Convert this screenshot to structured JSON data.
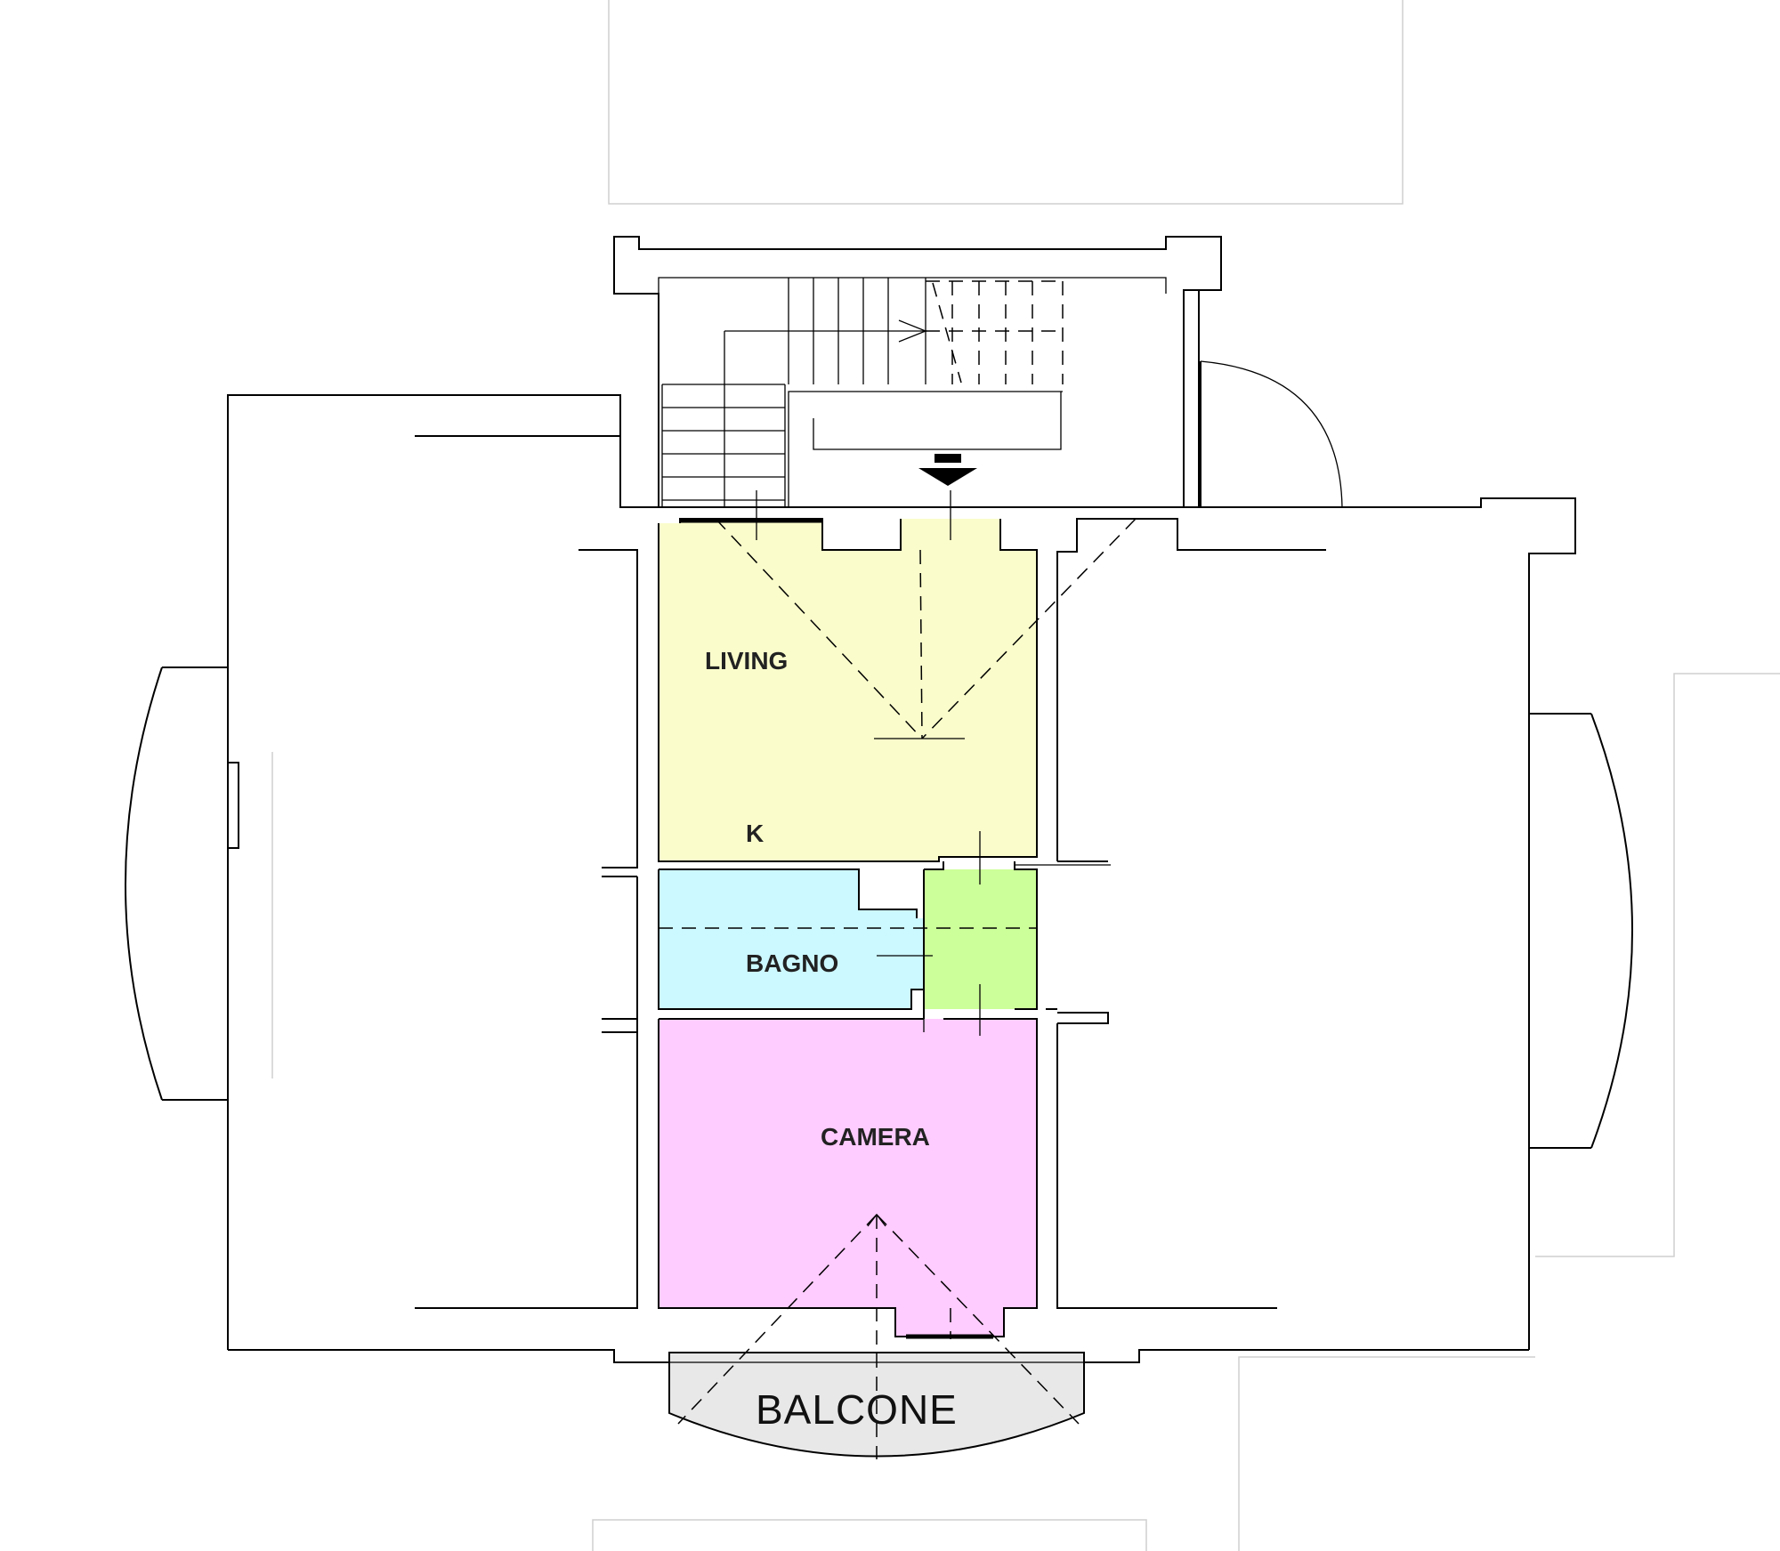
{
  "rooms": {
    "living": {
      "label": "LIVING",
      "color": "#FAFDCB"
    },
    "kitchen": {
      "label": "K"
    },
    "bagno": {
      "label": "BAGNO",
      "color": "#CCF8FF"
    },
    "disimpegno": {
      "color": "#CCFF99"
    },
    "camera": {
      "label": "CAMERA",
      "color": "#FFCCFF"
    },
    "balcone": {
      "label": "BALCONE",
      "color": "#E8E8E8"
    }
  },
  "colors": {
    "wall": "#000000",
    "background": "#FFFFFF"
  }
}
